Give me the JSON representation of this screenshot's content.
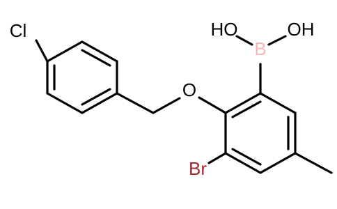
{
  "molecule": {
    "atoms": {
      "cl": {
        "symbol": "Cl",
        "color": "#000000"
      },
      "o_ether": {
        "symbol": "O",
        "color": "#000000"
      },
      "b": {
        "symbol": "B",
        "color": "#FFB5B5"
      },
      "oh_left": {
        "symbol": "HO",
        "color": "#000000"
      },
      "oh_right": {
        "symbol": "OH",
        "color": "#000000"
      },
      "br": {
        "symbol": "Br",
        "color": "#A52828"
      }
    }
  }
}
